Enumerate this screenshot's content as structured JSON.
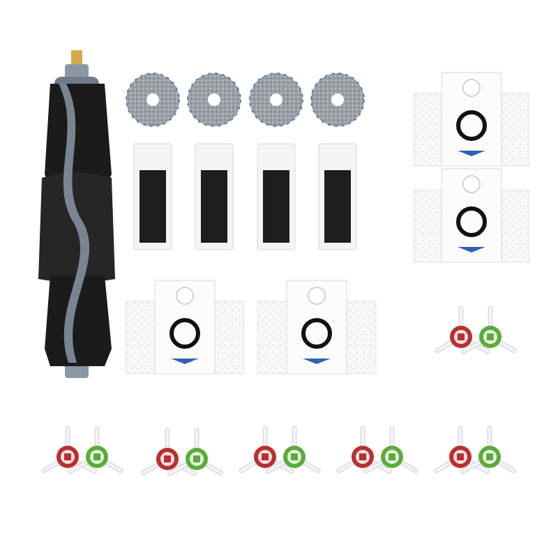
{
  "scene": {
    "background": "#ffffff",
    "items": [
      {
        "kind": "main-roller-brush",
        "count": 1
      },
      {
        "kind": "mop-pad",
        "count": 4
      },
      {
        "kind": "hepa-filter",
        "count": 4
      },
      {
        "kind": "dust-bag",
        "count": 4
      },
      {
        "kind": "side-brush",
        "count": 12
      }
    ]
  },
  "colors": {
    "roller_core": "#7d8a98",
    "roller_core_dark": "#4a5560",
    "roller_fin": "#1b1b1b",
    "roller_bristle": "#222222",
    "brass_tip": "#d6a84a",
    "mop_gray": "#8f959a",
    "mop_blue": "#2e6fb0",
    "filter_frame": "#f2f4f5",
    "filter_media": "#1e1e1e",
    "bag_white": "#f6f7f8",
    "bag_ring": "#111111",
    "bag_arrow": "#2f62b3",
    "brush_red": "#b8302f",
    "brush_green": "#5bab3c",
    "brush_arm": "#f4f4f4"
  }
}
